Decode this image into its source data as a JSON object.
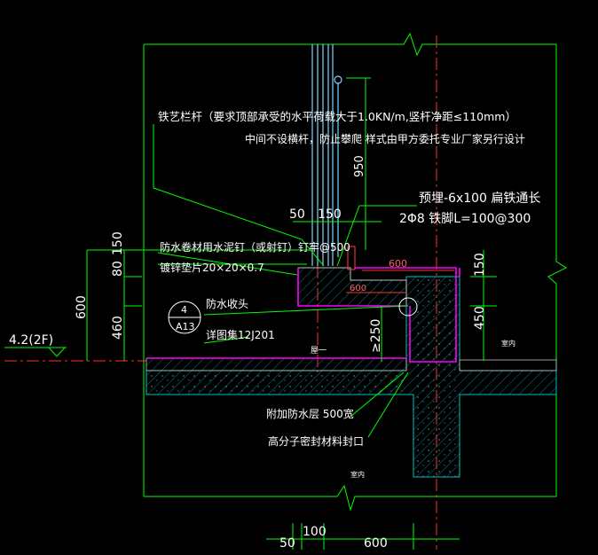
{
  "colors": {
    "background": "#000000",
    "text": "#ffffff",
    "dimension": "#00ff00",
    "railing": "#7fd4ff",
    "centerline": "#ff4040",
    "waterproof": "#ff00ff",
    "concrete": "#00b4b4"
  },
  "notes": {
    "railing_line1": "铁艺栏杆（要求顶部承受的水平荷载大于1.0KN/m,竖杆净距≤110mm）",
    "railing_line2": "中间不设横杆，防止攀爬 样式由甲方委托专业厂家另行设计",
    "embed_line1": "预埋-6x100 扁铁通长",
    "embed_line2": "2Φ8 铁脚L=100@300",
    "nail_line": "防水卷材用水泥钉（或射钉）钉牢@500",
    "washer_line": "镀锌垫片20×20×0.7",
    "end_line": "防水收头",
    "atlas_line": "详图集12J201",
    "extra_layer": "附加防水层 500宽",
    "sealant": "高分子密封材料封口",
    "room_label": "屋一",
    "indoor_upper": "室内",
    "indoor_lower": "室内"
  },
  "detail_callout": {
    "number": "4",
    "sheet": "A13"
  },
  "level": {
    "label": "4.2(2F)"
  },
  "dimensions": {
    "d950": "950",
    "d50_top": "50",
    "d150_top": "150",
    "d600_left": "600",
    "d460": "460",
    "d80": "80",
    "d150_left": "150",
    "d600_mid": "600",
    "d600_mid2": "600",
    "d150_right": "150",
    "d450": "450",
    "d250": "≥250",
    "d50_bot": "50",
    "d100_bot": "100",
    "d600_bot": "600"
  }
}
